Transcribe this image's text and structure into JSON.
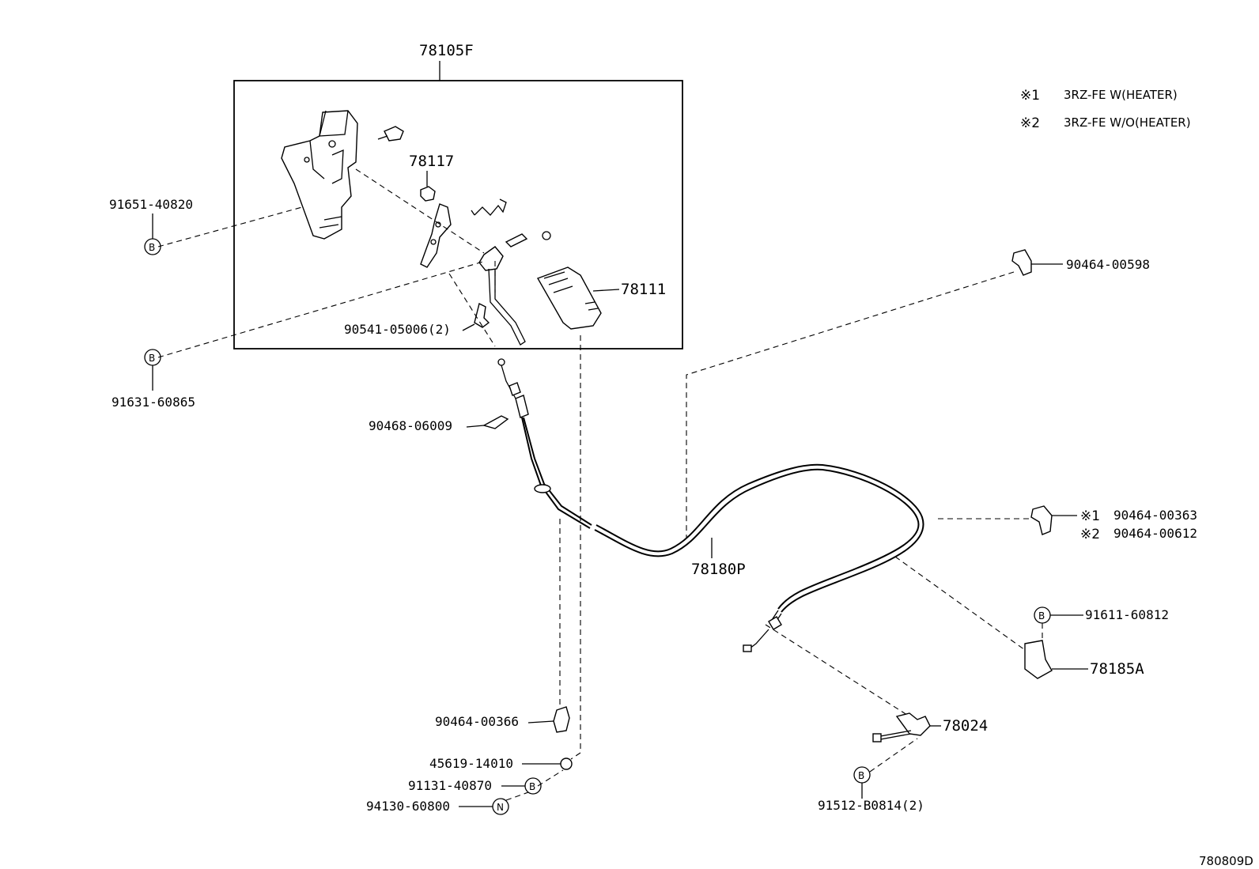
{
  "diagram": {
    "assembly_label": "78105F",
    "legend": [
      {
        "marker": "※1",
        "text": "3RZ-FE W(HEATER)"
      },
      {
        "marker": "※2",
        "text": "3RZ-FE W/O(HEATER)"
      }
    ],
    "labels": {
      "p78117": "78117",
      "p91651": "91651-40820",
      "p78111": "78111",
      "p90541": "90541-05006(2)",
      "p91631": "91631-60865",
      "p90468": "90468-06009",
      "p90464_598": "90464-00598",
      "p90464_363": "90464-00363",
      "p90464_612": "90464-00612",
      "p78180": "78180P",
      "p91611": "91611-60812",
      "p78185": "78185A",
      "p90464_366": "90464-00366",
      "p45619": "45619-14010",
      "p91131": "91131-40870",
      "p94130": "94130-60800",
      "p78024": "78024",
      "p91512": "91512-B0814(2)"
    },
    "markers": {
      "m1": "※1",
      "m2": "※2"
    },
    "badges": {
      "b": "B",
      "n": "N"
    },
    "footer_code": "780809D"
  }
}
